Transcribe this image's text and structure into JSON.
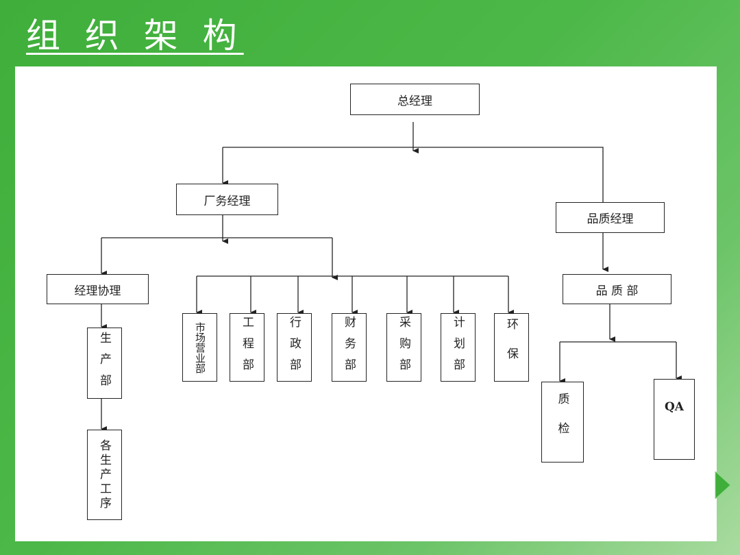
{
  "title": "组 织 架 构",
  "nodes": {
    "gm": "总经理",
    "factory_manager": "厂务经理",
    "quality_manager": "品质经理",
    "assistant_manager": "经理协理",
    "production": "生产部",
    "processes": "各生产工序",
    "marketing": "市场营业部",
    "engineering": "工程部",
    "admin": "行政部",
    "finance": "财务部",
    "purchasing": "采购部",
    "planning": "计划部",
    "env": "环保",
    "quality_dept": "品 质 部",
    "qc": "质检",
    "qa": "QA"
  }
}
